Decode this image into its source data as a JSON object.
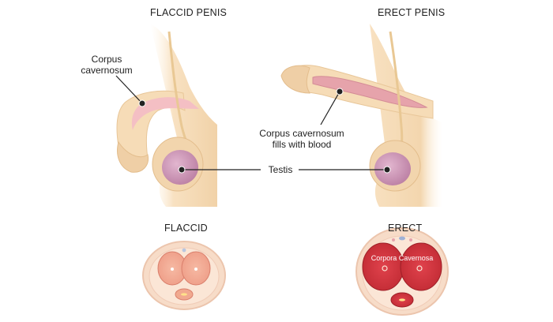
{
  "titles": {
    "flaccid_penis": "FLACCID PENIS",
    "erect_penis": "ERECT PENIS",
    "flaccid": "FLACCID",
    "erect": "ERECT"
  },
  "labels": {
    "corpus_cavernosum_line1": "Corpus",
    "corpus_cavernosum_line2": "cavernosum",
    "fills_line1": "Corpus cavernosum",
    "fills_line2": "fills with blood",
    "testis": "Testis",
    "corpora_cavernosa": "Corpora Cavernosa"
  },
  "colors": {
    "skin": "#f5dcb8",
    "skin_dark": "#e9c492",
    "tissue_pink": "#f2b7be",
    "tissue_erect": "#e3a1a9",
    "testis": "#c98bb0",
    "cross_red": "#d4363f",
    "leader": "#222222"
  }
}
